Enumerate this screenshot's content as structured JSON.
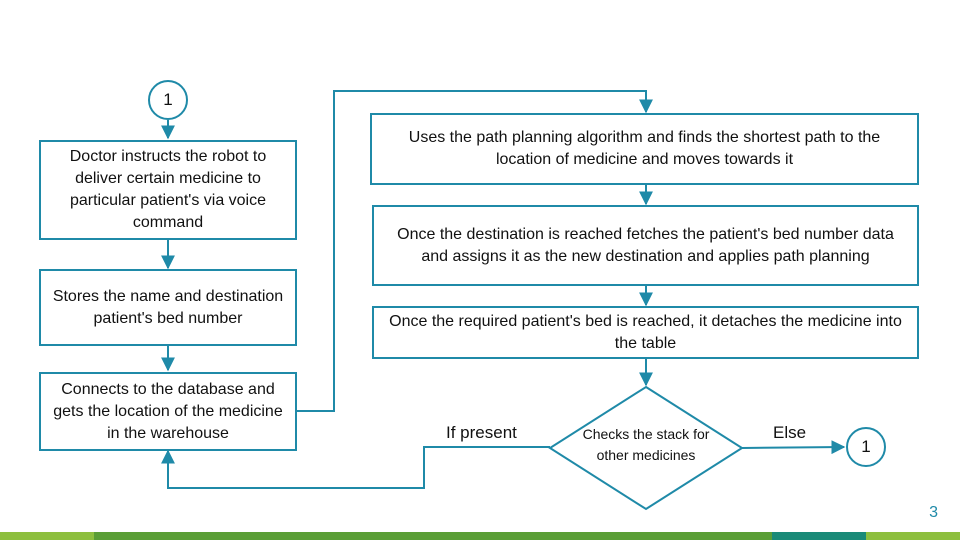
{
  "colors": {
    "stroke": "#1f8aa8",
    "footer": [
      "#8dbf3e",
      "#5a9e36",
      "#1a8a78",
      "#8dbf3e"
    ]
  },
  "nodes": {
    "start_connector": "1",
    "instruct": "Doctor instructs the robot to deliver certain medicine to particular patient's via voice command",
    "store": "Stores the  name and destination patient's bed number",
    "connect_db": "Connects to the database and gets the location of the medicine in the warehouse",
    "path_plan": "Uses the path planning algorithm and finds the shortest path to the location of medicine and moves towards it",
    "fetch_bed": "Once the destination is reached fetches the patient's bed number data and assigns it as the new destination and applies path planning",
    "detach": "Once the required patient's bed is reached, it detaches the medicine into the table",
    "check_stack": "Checks the stack for other medicines",
    "end_connector": "1"
  },
  "edge_labels": {
    "present": "If present",
    "else": "Else"
  },
  "page_number": "3"
}
